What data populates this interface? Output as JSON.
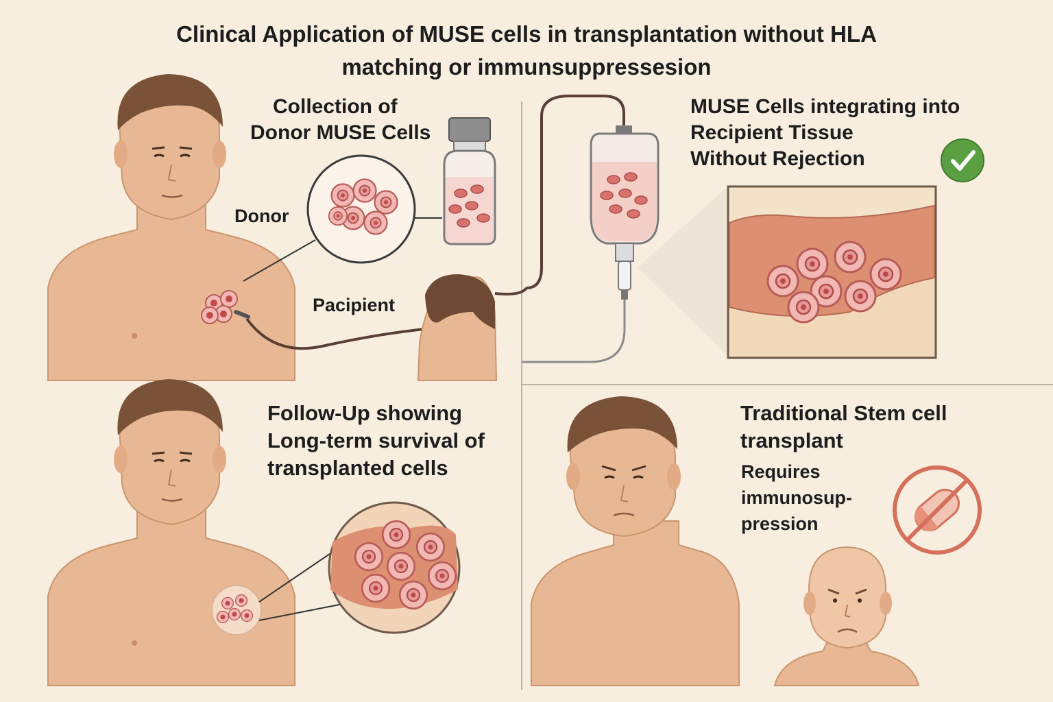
{
  "title": {
    "line1": "Clinical Application of MUSE cells in transplantation without HLA",
    "line2": "matching or immunsuppressesion"
  },
  "panel1": {
    "heading_line1": "Collection of",
    "heading_line2": "Donor MUSE Cells",
    "donor_label": "Donor",
    "recipient_label": "Pacipient"
  },
  "panel2": {
    "heading_line1": "MUSE Cells integrating into",
    "heading_line2": "Recipient Tissue",
    "heading_line3": "Without Rejection",
    "status_icon": "check-circle-icon"
  },
  "panel3": {
    "heading_line1": "Follow-Up showing",
    "heading_line2": "Long-term survival of",
    "heading_line3": "transplanted cells"
  },
  "panel4": {
    "heading_line1": "Traditional Stem cell",
    "heading_line2": "transplant",
    "note_line1": "Requires",
    "note_line2": "immunosup-",
    "note_line3": "pression",
    "status_icon": "no-pill-icon"
  },
  "colors": {
    "background": "#f7eee0",
    "skin": "#e8b894",
    "hair": "#7a5238",
    "cell_fill": "#f2b8b4",
    "cell_nucleus": "#c04a4a",
    "tissue": "#dd8f72",
    "check_green": "#5aa043",
    "prohibit_red": "#d4705c"
  }
}
